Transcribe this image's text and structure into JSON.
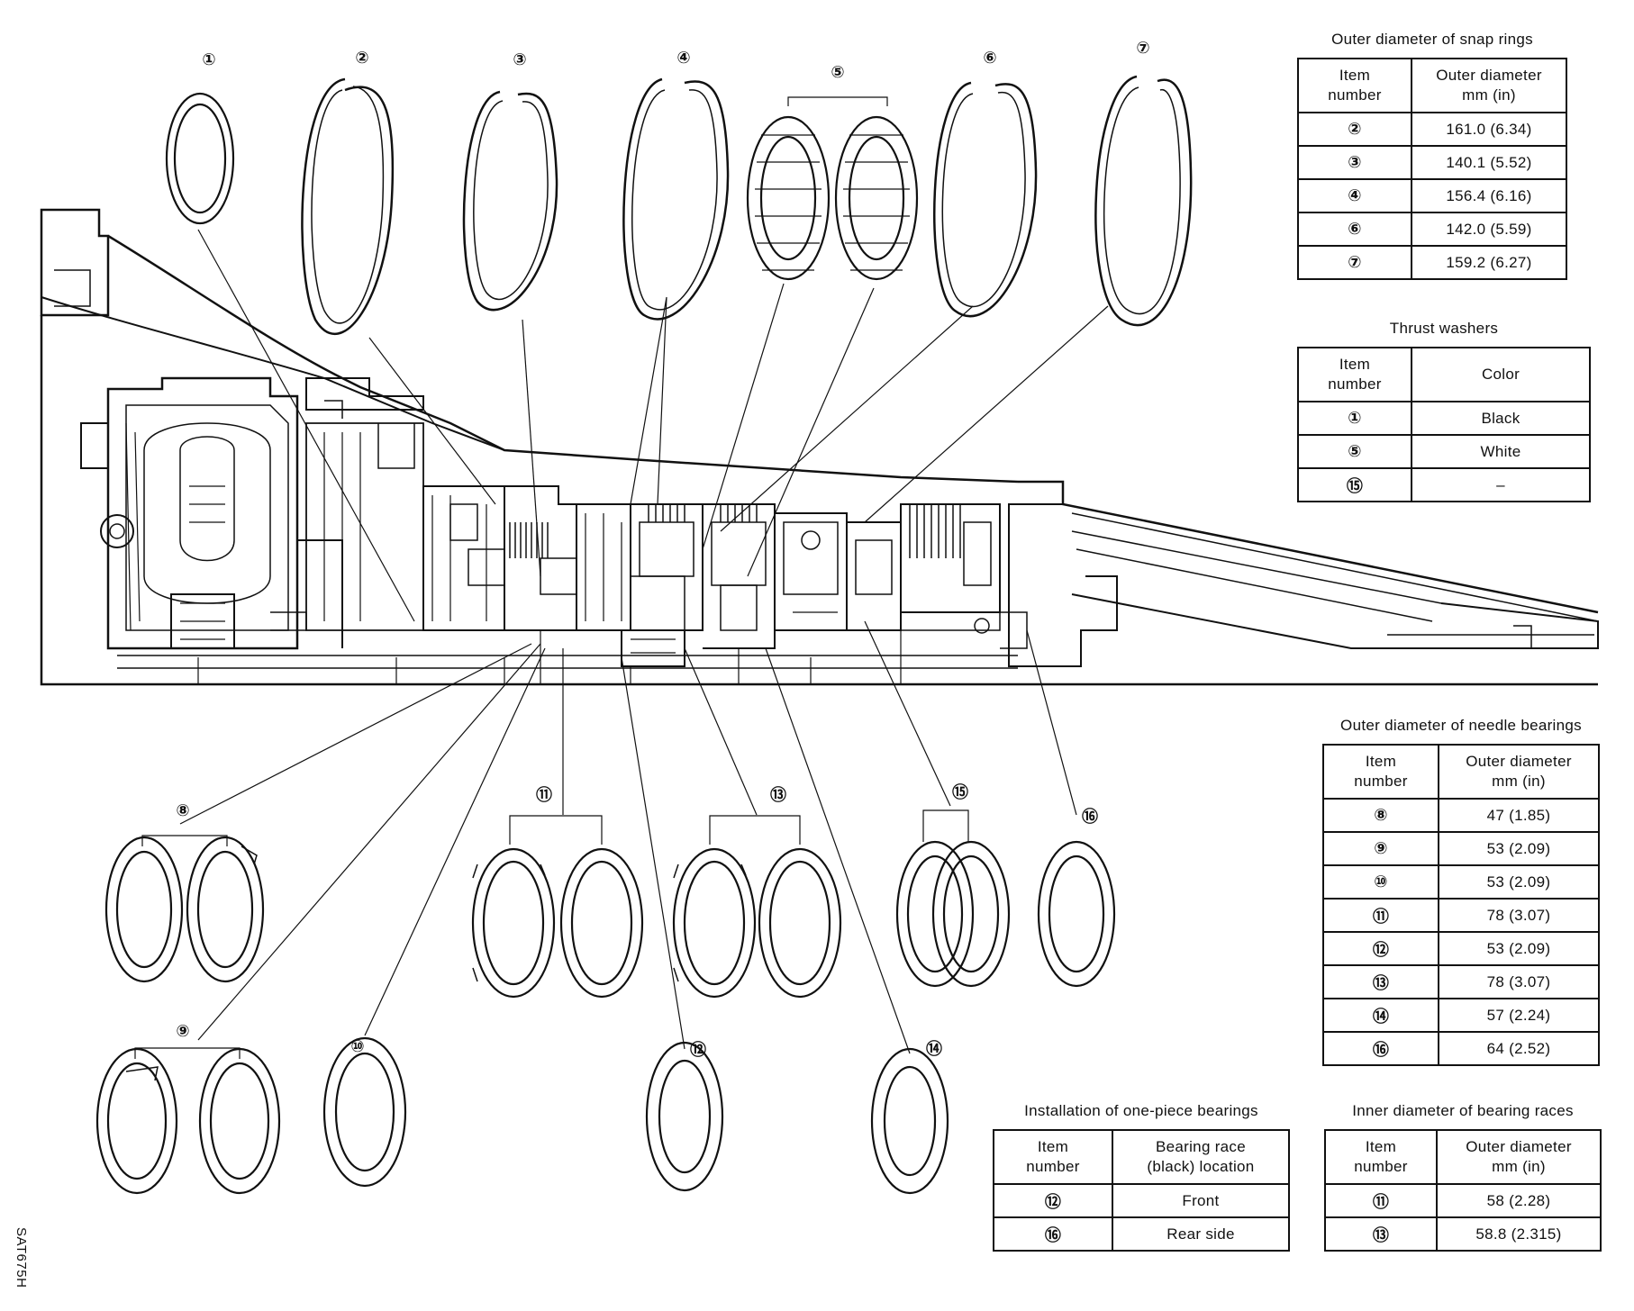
{
  "figure": {
    "code": "SAT675H",
    "callouts": [
      "①",
      "②",
      "③",
      "④",
      "⑤",
      "⑥",
      "⑦",
      "⑧",
      "⑨",
      "⑩",
      "⑪",
      "⑫",
      "⑬",
      "⑭",
      "⑮",
      "⑯"
    ]
  },
  "tables": {
    "snap_rings": {
      "title": "Outer diameter of snap rings",
      "headers": [
        "Item\nnumber",
        "Outer diameter\nmm (in)"
      ],
      "rows": [
        {
          "item": "②",
          "value": "161.0 (6.34)"
        },
        {
          "item": "③",
          "value": "140.1 (5.52)"
        },
        {
          "item": "④",
          "value": "156.4 (6.16)"
        },
        {
          "item": "⑥",
          "value": "142.0 (5.59)"
        },
        {
          "item": "⑦",
          "value": "159.2 (6.27)"
        }
      ]
    },
    "thrust_washers": {
      "title": "Thrust washers",
      "headers": [
        "Item\nnumber",
        "Color"
      ],
      "rows": [
        {
          "item": "①",
          "value": "Black"
        },
        {
          "item": "⑤",
          "value": "White"
        },
        {
          "item": "⑮",
          "value": "–"
        }
      ]
    },
    "needle_bearings": {
      "title": "Outer diameter of needle bearings",
      "headers": [
        "Item\nnumber",
        "Outer diameter\nmm (in)"
      ],
      "rows": [
        {
          "item": "⑧",
          "value": "47 (1.85)"
        },
        {
          "item": "⑨",
          "value": "53 (2.09)"
        },
        {
          "item": "⑩",
          "value": "53 (2.09)"
        },
        {
          "item": "⑪",
          "value": "78 (3.07)"
        },
        {
          "item": "⑫",
          "value": "53 (2.09)"
        },
        {
          "item": "⑬",
          "value": "78 (3.07)"
        },
        {
          "item": "⑭",
          "value": "57 (2.24)"
        },
        {
          "item": "⑯",
          "value": "64 (2.52)"
        }
      ]
    },
    "one_piece_bearings": {
      "title": "Installation of one-piece bearings",
      "headers": [
        "Item\nnumber",
        "Bearing race\n(black) location"
      ],
      "rows": [
        {
          "item": "⑫",
          "value": "Front"
        },
        {
          "item": "⑯",
          "value": "Rear side"
        }
      ]
    },
    "bearing_races": {
      "title": "Inner diameter of bearing races",
      "headers": [
        "Item\nnumber",
        "Outer diameter\nmm (in)"
      ],
      "rows": [
        {
          "item": "⑪",
          "value": "58 (2.28)"
        },
        {
          "item": "⑬",
          "value": "58.8 (2.315)"
        }
      ]
    }
  }
}
